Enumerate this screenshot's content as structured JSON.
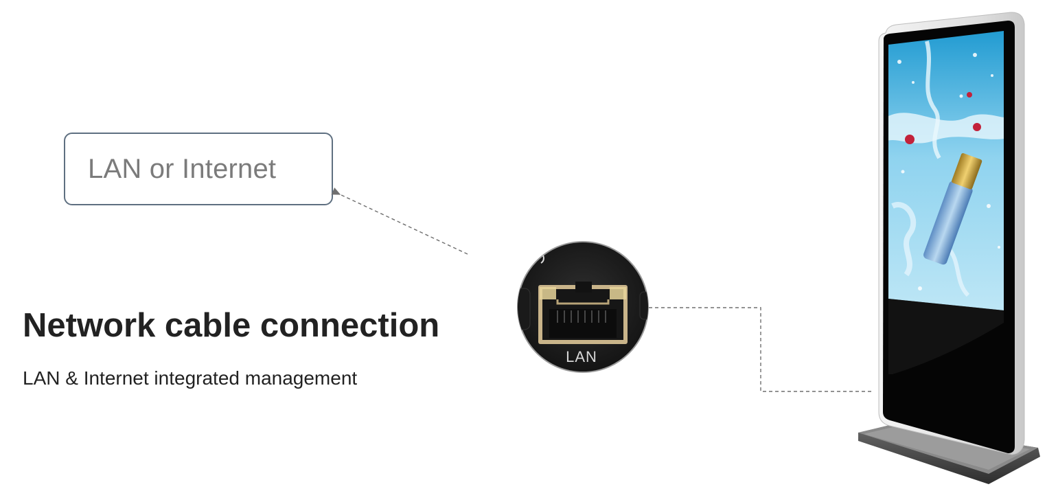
{
  "lan_box": {
    "label": "LAN or Internet"
  },
  "headline": "Network cable connection",
  "subline": "LAN & Internet integrated management",
  "port_closeup": {
    "label": "LAN"
  },
  "colors": {
    "box_border": "#5e6f80",
    "box_text": "#7b7b7b",
    "headline": "#222222",
    "connector_line": "#6f6f6f",
    "kiosk_frame": "#e9e9e9",
    "kiosk_screen_off": "#050505",
    "poster_water": "#3aa6d6",
    "bottle_cap": "#c9a13a"
  },
  "icons": {
    "connector": "dashed-arrow",
    "port": "rj45-port-icon"
  }
}
